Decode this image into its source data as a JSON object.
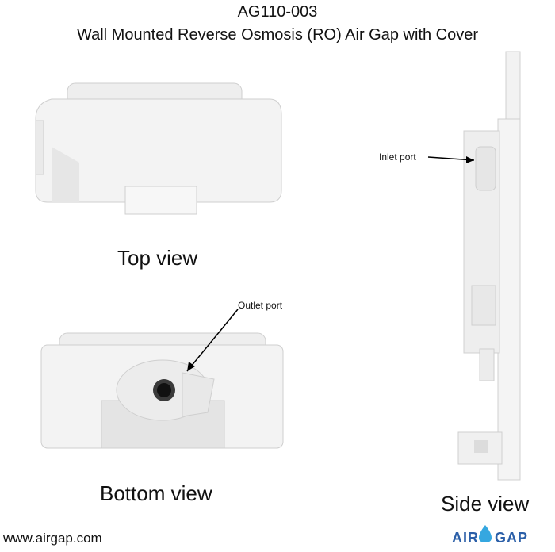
{
  "header": {
    "model": "AG110-003",
    "description": "Wall Mounted Reverse Osmosis (RO) Air Gap with Cover"
  },
  "views": {
    "top_caption": "Top view",
    "bottom_caption": "Bottom view",
    "side_caption": "Side view"
  },
  "callouts": {
    "outlet": "Outlet port",
    "inlet": "Inlet port"
  },
  "footer": {
    "website": "www.airgap.com",
    "logo_air": "AIR",
    "logo_gap": "GAP"
  },
  "colors": {
    "product": "#f2f2f2",
    "product_shadow": "#d9d9d9",
    "logo_blue": "#2b5fa8"
  }
}
